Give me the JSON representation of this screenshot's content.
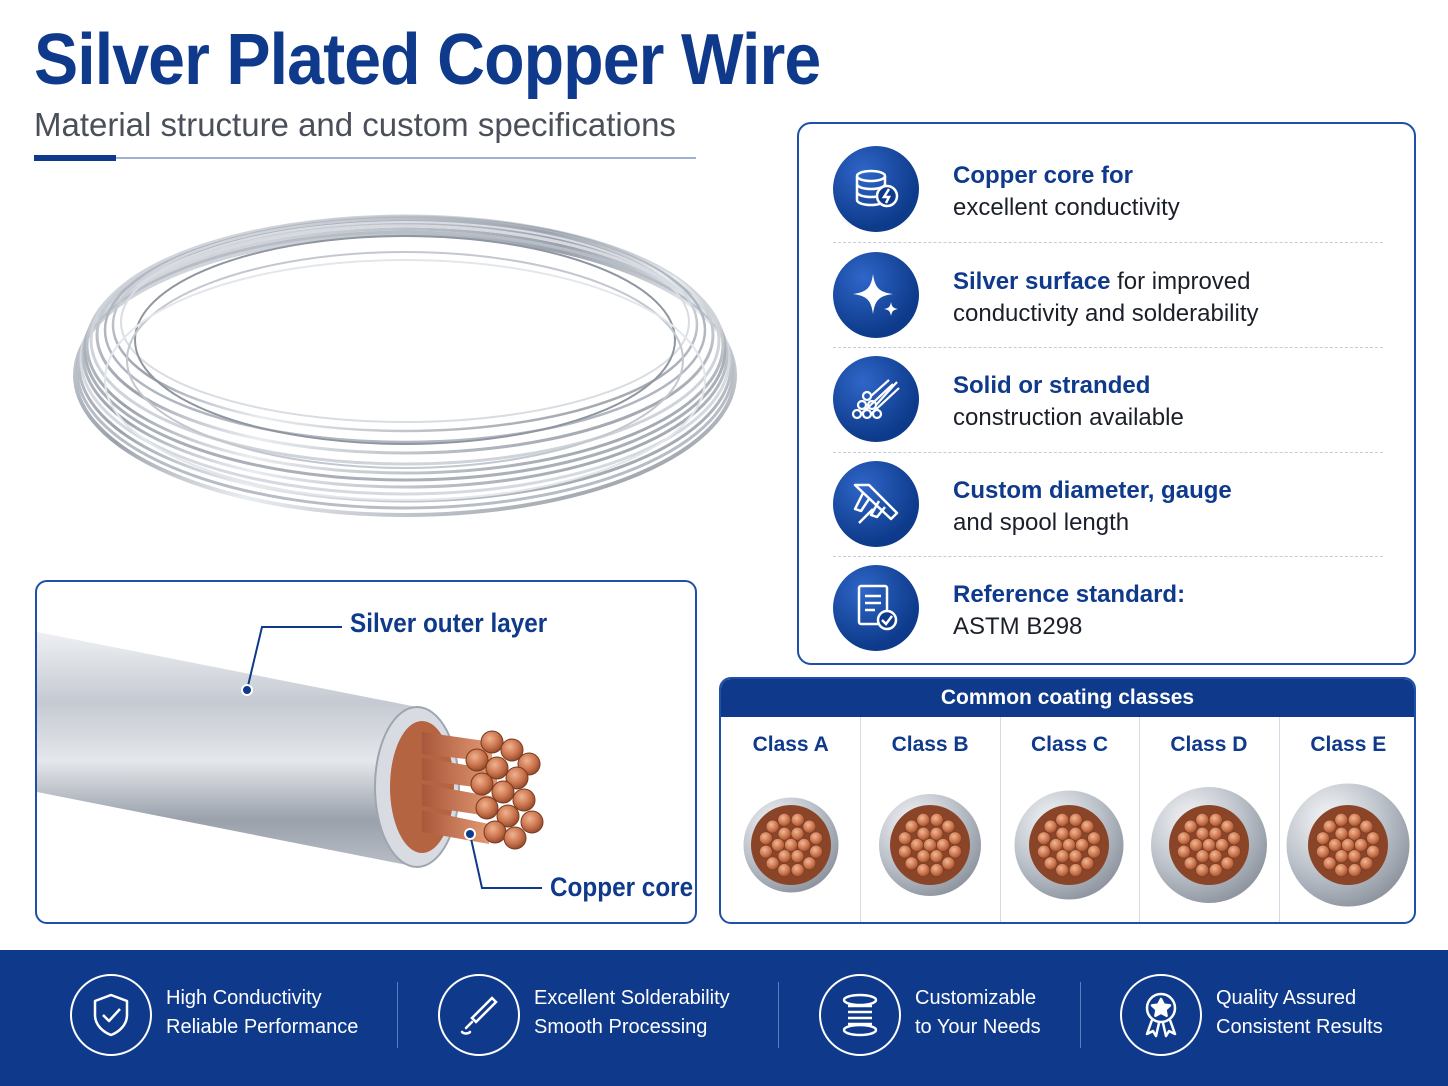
{
  "header": {
    "title": "Silver Plated Copper Wire",
    "subtitle": "Material structure and custom specifications"
  },
  "cross_section": {
    "outer_label": "Silver outer layer",
    "core_label": "Copper core"
  },
  "features": [
    {
      "highlight": "Copper core for",
      "line2": "excellent conductivity",
      "icon": "copper-spool-bolt-icon"
    },
    {
      "highlight": "Silver surface",
      "rest": " for improved",
      "line2": "conductivity and solderability",
      "icon": "sparkle-icon"
    },
    {
      "highlight": "Solid or stranded",
      "line2": "construction available",
      "icon": "stranded-bundle-icon"
    },
    {
      "highlight": "Custom diameter, gauge",
      "line2": "and spool length",
      "icon": "caliper-icon"
    },
    {
      "highlight": "Reference standard:",
      "line2": "ASTM B298",
      "icon": "document-check-icon"
    }
  ],
  "coating_classes": {
    "title": "Common coating classes",
    "classes": [
      {
        "label": "Class A",
        "ring": 1
      },
      {
        "label": "Class B",
        "ring": 2
      },
      {
        "label": "Class C",
        "ring": 3
      },
      {
        "label": "Class D",
        "ring": 4
      },
      {
        "label": "Class E",
        "ring": 5
      }
    ]
  },
  "footer": [
    {
      "line1": "High Conductivity",
      "line2": "Reliable Performance",
      "icon": "shield-check-icon"
    },
    {
      "line1": "Excellent Solderability",
      "line2": "Smooth Processing",
      "icon": "soldering-iron-icon"
    },
    {
      "line1": "Customizable",
      "line2": "to Your Needs",
      "icon": "spool-icon"
    },
    {
      "line1": "Quality Assured",
      "line2": "Consistent Results",
      "icon": "award-badge-icon"
    }
  ],
  "colors": {
    "brand_blue": "#0f3a8c",
    "copper": "#c8714a",
    "silver": "#c9ced6"
  }
}
